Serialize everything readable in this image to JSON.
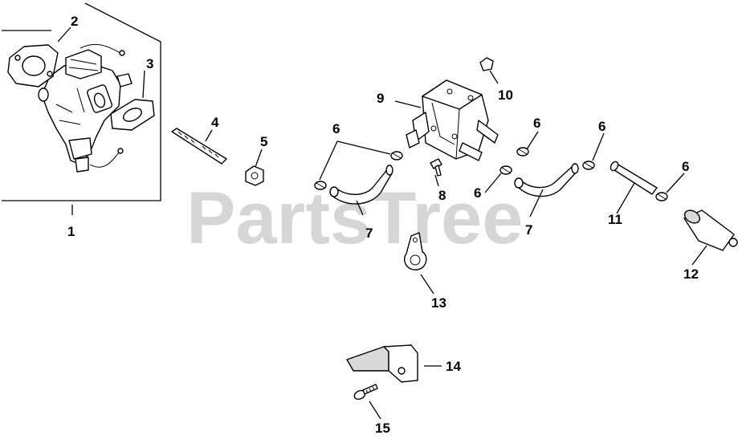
{
  "watermark": {
    "text": "PartsTree"
  },
  "callouts": {
    "c1": "1",
    "c2": "2",
    "c3": "3",
    "c4": "4",
    "c5": "5",
    "c6a": "6",
    "c6b": "6",
    "c6c": "6",
    "c6d": "6",
    "c6e": "6",
    "c7a": "7",
    "c7b": "7",
    "c8": "8",
    "c9": "9",
    "c10": "10",
    "c11": "11",
    "c12": "12",
    "c13": "13",
    "c14": "14",
    "c15": "15"
  }
}
